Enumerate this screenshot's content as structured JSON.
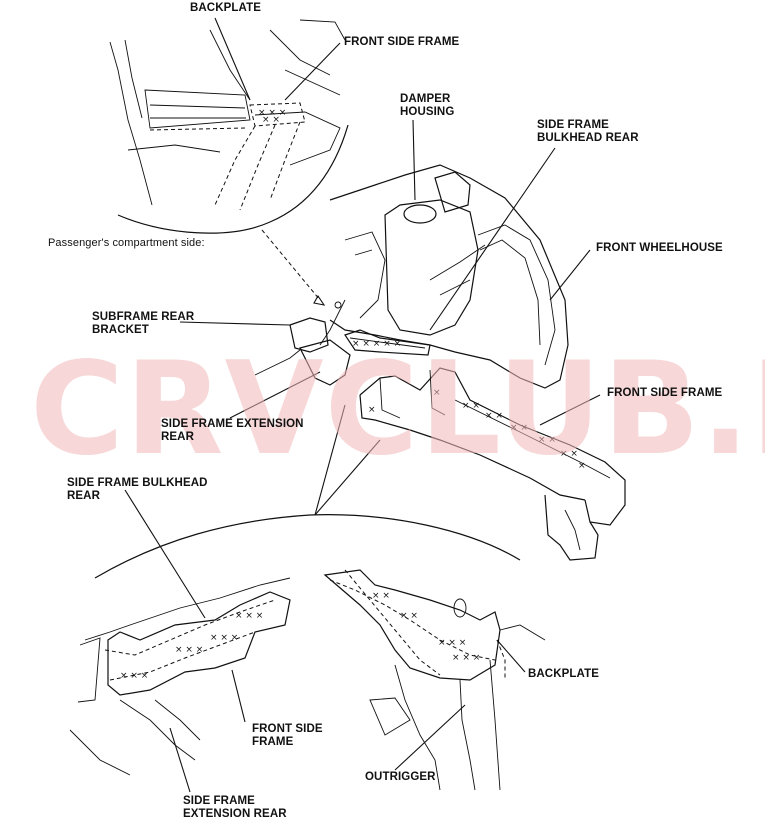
{
  "labels": {
    "backplate_top": "BACKPLATE",
    "front_side_frame_top": "FRONT SIDE FRAME",
    "damper_housing_1": "DAMPER",
    "damper_housing_2": "HOUSING",
    "side_frame_bulkhead_rear_top_1": "SIDE FRAME",
    "side_frame_bulkhead_rear_top_2": "BULKHEAD REAR",
    "front_wheelhouse": "FRONT WHEELHOUSE",
    "passengers_side": "Passenger's compartment side:",
    "subframe_rear_bracket_1": "SUBFRAME REAR",
    "subframe_rear_bracket_2": "BRACKET",
    "front_side_frame_mid": "FRONT SIDE FRAME",
    "side_frame_extension_rear_mid_1": "SIDE FRAME EXTENSION",
    "side_frame_extension_rear_mid_2": "REAR",
    "side_frame_bulkhead_rear_bottom_1": "SIDE FRAME BULKHEAD",
    "side_frame_bulkhead_rear_bottom_2": "REAR",
    "front_side_frame_bottom_1": "FRONT SIDE",
    "front_side_frame_bottom_2": "FRAME",
    "backplate_bottom": "BACKPLATE",
    "outrigger": "OUTRIGGER",
    "side_frame_extension_rear_bottom_1": "SIDE FRAME",
    "side_frame_extension_rear_bottom_2": "EXTENSION REAR"
  },
  "watermark": "CRVCLUB.RU"
}
